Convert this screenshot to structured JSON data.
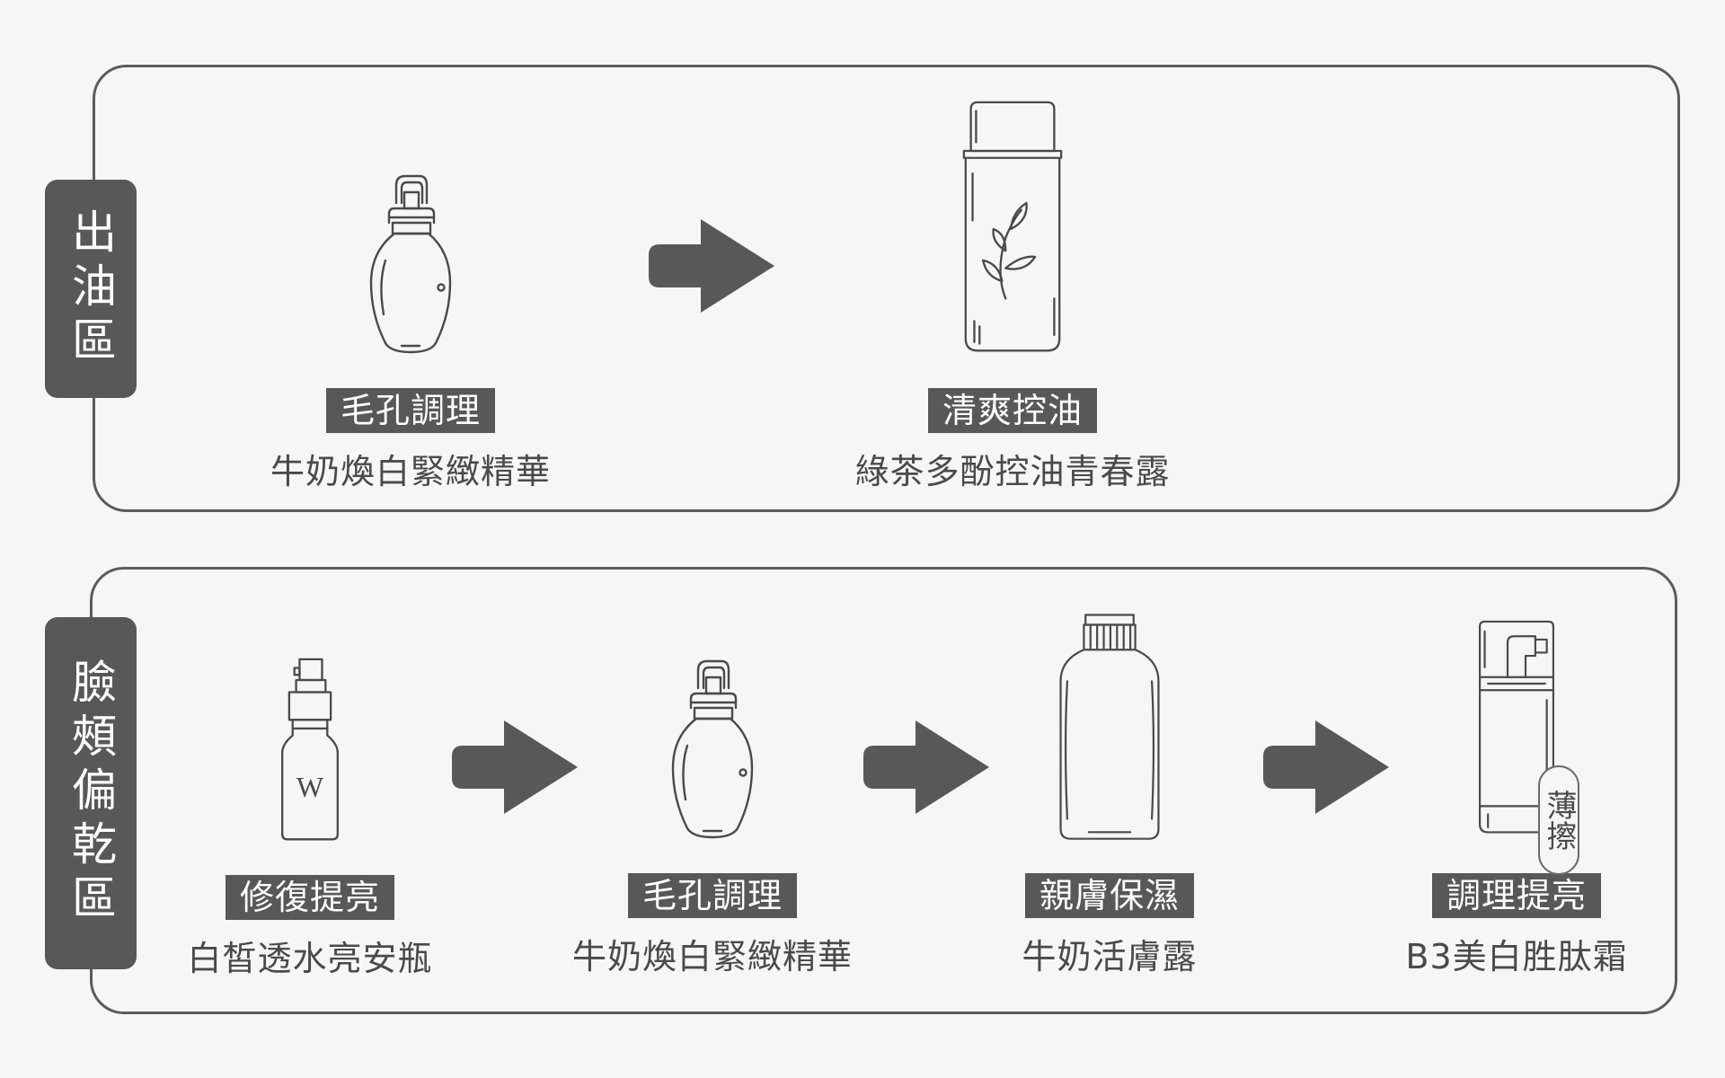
{
  "oily_zone": {
    "label": "出油區",
    "steps": [
      {
        "tag": "毛孔調理",
        "product": "牛奶煥白緊緻精華"
      },
      {
        "tag": "清爽控油",
        "product": "綠茶多酚控油青春露"
      }
    ]
  },
  "dry_zone": {
    "label": "臉頰偏乾區",
    "steps": [
      {
        "tag": "修復提亮",
        "product": "白皙透水亮安瓶"
      },
      {
        "tag": "毛孔調理",
        "product": "牛奶煥白緊緻精華"
      },
      {
        "tag": "親膚保濕",
        "product": "牛奶活膚露"
      },
      {
        "tag": "調理提亮",
        "product": "B3美白胜肽霜",
        "badge": "薄擦"
      }
    ]
  },
  "icons": {
    "serum_bottle": "pump-serum-bottle-icon",
    "toner_bottle": "leaf-toner-bottle-icon",
    "ampoule": "ampoule-bottle-icon",
    "lotion_bottle": "lotion-bottle-icon",
    "cream_pump": "cream-pump-bottle-icon",
    "arrow": "right-arrow-icon"
  },
  "ampoule_mark": "W",
  "colors": {
    "background": "#f7f6f6",
    "dark_gray": "#585858",
    "line": "#5c5c5c",
    "text": "#4a4a4a"
  }
}
